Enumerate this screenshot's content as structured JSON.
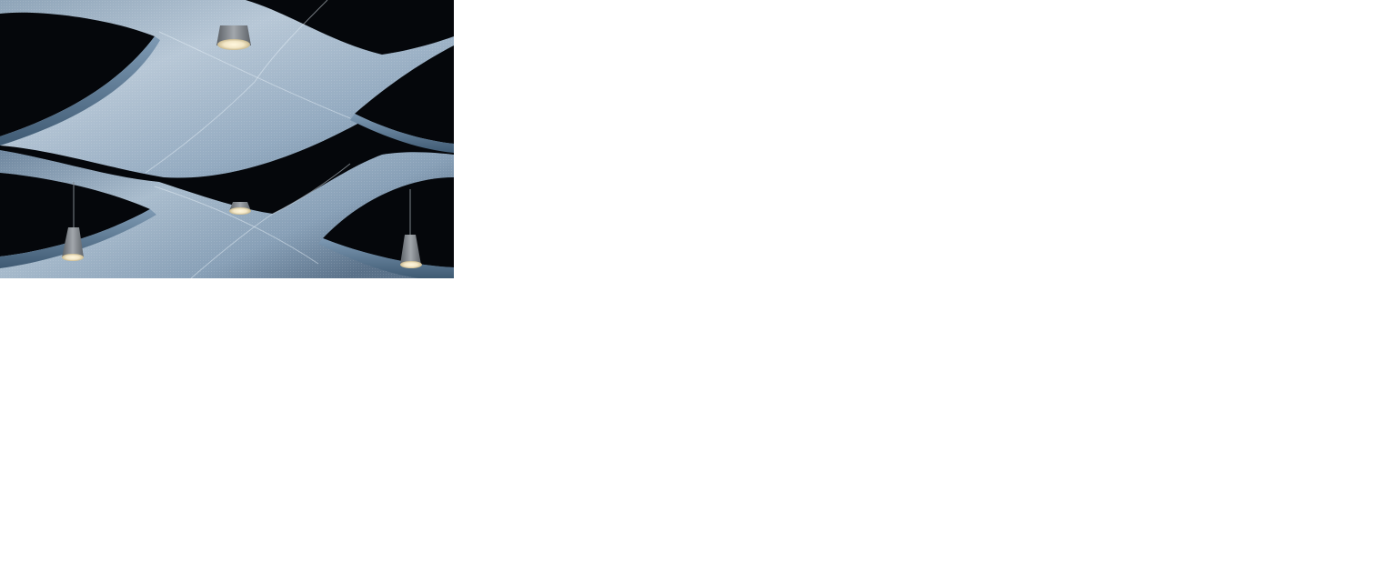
{
  "image": {
    "subject": "perforated-metal-wave-ceiling",
    "colors": {
      "background_dark": "#05070b",
      "panel_light": "#b7c7d6",
      "panel_mid": "#7f97ad",
      "panel_shadow": "#4f6478",
      "edge_blue": "#5e7f9d",
      "lamp_body": "#8a8f94",
      "lamp_glow": "#f3e7c7"
    },
    "elements": [
      "wave-ceiling-panel-upper",
      "wave-ceiling-panel-lower",
      "pendant-light-top",
      "pendant-light-center",
      "pendant-light-left",
      "pendant-light-right",
      "ceiling-truss-lines"
    ]
  }
}
